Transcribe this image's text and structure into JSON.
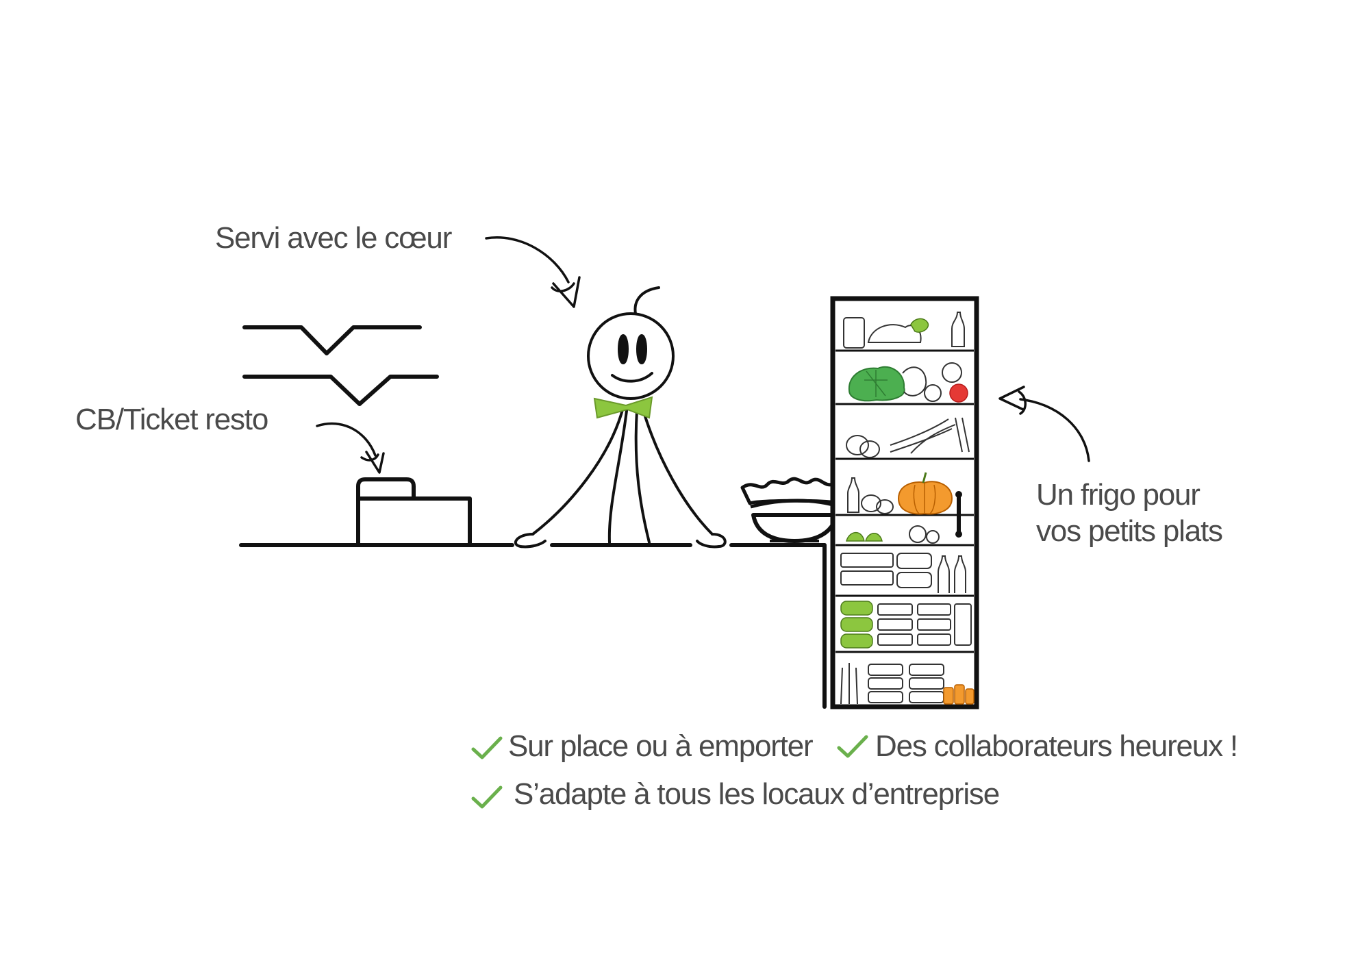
{
  "labels": {
    "servi": "Servi avec le cœur",
    "cb": "CB/Ticket resto",
    "frigo_line1": "Un frigo pour",
    "frigo_line2": "vos petits plats"
  },
  "benefits": [
    "Sur place ou à emporter",
    "Des collaborateurs heureux !",
    "S’adapte à tous les locaux d’entreprise"
  ],
  "colors": {
    "text": "#4a4a4a",
    "stroke": "#111111",
    "accent_green": "#8cc63f",
    "check_green": "#6ab04c",
    "pumpkin": "#f39a2e",
    "lettuce": "#4caf50",
    "tomato": "#e53935"
  },
  "icons": [
    "check-icon",
    "cash-register-icon",
    "fridge-icon",
    "salad-bowl-icon",
    "arrow-icon",
    "roof-icon"
  ]
}
